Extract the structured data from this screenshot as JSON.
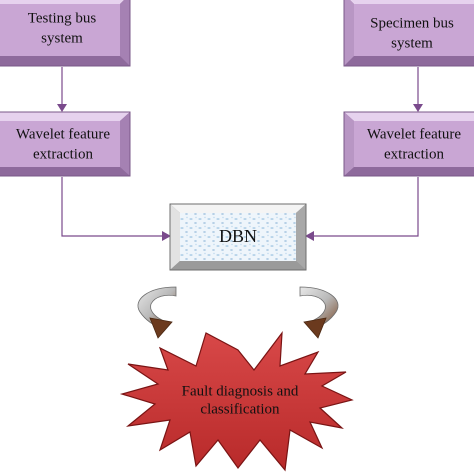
{
  "nodes": {
    "testing_bus": {
      "line1": "Testing bus",
      "line2": "system"
    },
    "specimen_bus": {
      "line1": "Specimen bus",
      "line2": "system"
    },
    "wavelet_left": {
      "line1": "Wavelet feature",
      "line2": "extraction"
    },
    "wavelet_right": {
      "line1": "Wavelet feature",
      "line2": "extraction"
    },
    "dbn": {
      "label": "DBN"
    },
    "fault": {
      "line1": "Fault diagnosis and",
      "line2": "classification"
    }
  },
  "colors": {
    "box_face": "#c9a6d4",
    "box_bevel_light": "#e6d2ee",
    "box_bevel_dark": "#8e6a9c",
    "box_border": "#7a5888",
    "arrow": "#7a4a8c",
    "dbn_face": "#eef5fb",
    "dbn_dots": "#b8d4ea",
    "dbn_bevel_light": "#f7f7f7",
    "dbn_bevel_dark": "#8c8c8c",
    "star_fill": "#cc3a3a",
    "star_stroke": "#7a1414",
    "curl_arrow": "#6b3a1e",
    "curl_light": "#d9d9d9"
  }
}
